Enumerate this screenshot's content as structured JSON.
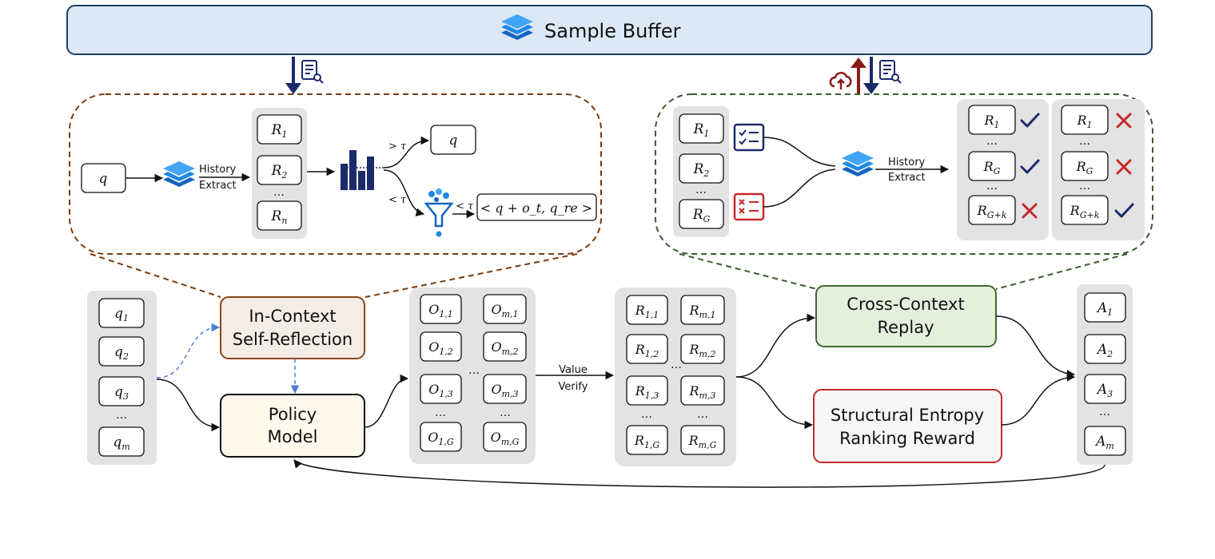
{
  "buffer": {
    "title": "Sample Buffer"
  },
  "left_panel": {
    "input_q": "q",
    "history_label_1": "History",
    "history_label_2": "Extract",
    "r_items": [
      {
        "base": "R",
        "sub": "1"
      },
      {
        "base": "R",
        "sub": "2"
      },
      {
        "base": "R",
        "sub": "n"
      }
    ],
    "gt_tau": "> τ",
    "lt_tau": "< τ",
    "lt_tau_2": "< τ",
    "out_q": "q",
    "out_ref": "< q + o_t, q_re >"
  },
  "right_panel": {
    "r_items": [
      {
        "base": "R",
        "sub": "1"
      },
      {
        "base": "R",
        "sub": "2"
      },
      {
        "base": "R",
        "sub": "G"
      }
    ],
    "history_label_1": "History",
    "history_label_2": "Extract",
    "col_a": [
      {
        "base": "R",
        "sub": "1",
        "mark": "check"
      },
      {
        "base": "R",
        "sub": "G",
        "mark": "check"
      },
      {
        "base": "R",
        "sub": "G+k",
        "mark": "cross"
      }
    ],
    "col_b": [
      {
        "base": "R",
        "sub": "1",
        "mark": "cross"
      },
      {
        "base": "R",
        "sub": "G",
        "mark": "cross"
      },
      {
        "base": "R",
        "sub": "G+k",
        "mark": "check"
      }
    ]
  },
  "flow": {
    "queries": [
      {
        "base": "q",
        "sub": "1"
      },
      {
        "base": "q",
        "sub": "2"
      },
      {
        "base": "q",
        "sub": "3"
      },
      {
        "base": "q",
        "sub": "m"
      }
    ],
    "icsr_line_1": "In-Context",
    "icsr_line_2": "Self-Reflection",
    "policy_line_1": "Policy",
    "policy_line_2": "Model",
    "outputs_col1": [
      {
        "base": "O",
        "sub": "1,1"
      },
      {
        "base": "O",
        "sub": "1,2"
      },
      {
        "base": "O",
        "sub": "1,3"
      },
      {
        "base": "O",
        "sub": "1,G"
      }
    ],
    "outputs_col2": [
      {
        "base": "O",
        "sub": "m,1"
      },
      {
        "base": "O",
        "sub": "m,2"
      },
      {
        "base": "O",
        "sub": "m,3"
      },
      {
        "base": "O",
        "sub": "m,G"
      }
    ],
    "verify_line_1": "Value",
    "verify_line_2": "Verify",
    "rewards_col1": [
      {
        "base": "R",
        "sub": "1,1"
      },
      {
        "base": "R",
        "sub": "1,2"
      },
      {
        "base": "R",
        "sub": "1,3"
      },
      {
        "base": "R",
        "sub": "1,G"
      }
    ],
    "rewards_col2": [
      {
        "base": "R",
        "sub": "m,1"
      },
      {
        "base": "R",
        "sub": "m,2"
      },
      {
        "base": "R",
        "sub": "m,3"
      },
      {
        "base": "R",
        "sub": "m,G"
      }
    ],
    "ccr_line_1": "Cross-Context",
    "ccr_line_2": "Replay",
    "serr_line_1": "Structural Entropy",
    "serr_line_2": "Ranking Reward",
    "advantages": [
      {
        "base": "A",
        "sub": "1"
      },
      {
        "base": "A",
        "sub": "2"
      },
      {
        "base": "A",
        "sub": "3"
      },
      {
        "base": "A",
        "sub": "m"
      }
    ],
    "ellipsis": "…"
  },
  "colors": {
    "buffer_fill": "#dce8f5",
    "buffer_stroke": "#1f3f66",
    "icsr_fill": "#f6ece6",
    "icsr_stroke": "#8b4513",
    "policy_fill": "#fcf8ec",
    "ccr_fill": "#e4f0dc",
    "ccr_stroke": "#3d6b2d",
    "serr_fill": "#f6f6f6",
    "serr_stroke": "#c62828",
    "panel_gray": "#e3e3e3",
    "left_dash": "#7a3a0a",
    "right_dash": "#3d5b2d",
    "navy": "#1b2a6b",
    "red_icon": "#c0392b",
    "icon_blue": "#1e88e5"
  }
}
